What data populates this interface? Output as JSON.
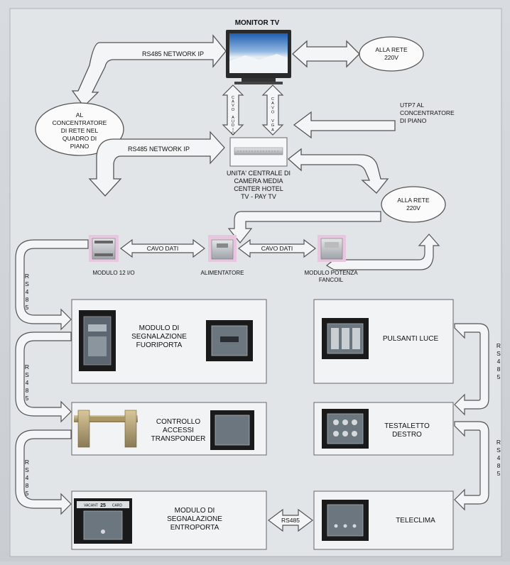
{
  "monitor": {
    "title": "MONITOR TV"
  },
  "network_top": {
    "label": "RS485 NETWORK IP"
  },
  "network_mid": {
    "label": "RS485 NETWORK IP"
  },
  "rete_top": {
    "lines": [
      "ALLA RETE",
      "220V"
    ]
  },
  "concentratore_left": {
    "lines": [
      "AL",
      "CONCENTRATORE",
      "DI RETE NEL",
      "QUADRO DI",
      "PIANO"
    ]
  },
  "utp7": {
    "lines": [
      "UTP7 AL",
      "CONCENTRATORE",
      "DI PIANO"
    ]
  },
  "cavo_audio": {
    "letters": [
      "C",
      "A",
      "V",
      "O",
      "",
      "A",
      "U",
      "D",
      "I",
      "O"
    ]
  },
  "cavo_vga": {
    "letters": [
      "C",
      "A",
      "V",
      "O",
      "",
      "V",
      "G",
      "A"
    ]
  },
  "central_unit": {
    "lines": [
      "UNITA' CENTRALE DI",
      "CAMERA MEDIA",
      "CENTER HOTEL",
      "TV - PAY TV"
    ]
  },
  "rete_mid": {
    "lines": [
      "ALLA RETE",
      "220V"
    ]
  },
  "modules": {
    "io": {
      "label": "MODULO 12 I/O"
    },
    "alimentatore": {
      "label": "ALIMENTATORE"
    },
    "fancoil": {
      "lines": [
        "MODULO POTENZA",
        "FANCOIL"
      ]
    }
  },
  "cavo_dati_1": {
    "label": "CAVO DATI"
  },
  "cavo_dati_2": {
    "label": "CAVO DATI"
  },
  "rs485_vertical": {
    "letters": [
      "R",
      "S",
      "4",
      "8",
      "5"
    ]
  },
  "boxes": {
    "fuoriporta": {
      "lines": [
        "MODULO DI",
        "SEGNALAZIONE",
        "FUORIPORTA"
      ]
    },
    "pulsanti": {
      "label": "PULSANTI LUCE"
    },
    "accessi": {
      "lines": [
        "CONTROLLO",
        "ACCESSI",
        "TRANSPONDER"
      ]
    },
    "testaletto": {
      "lines": [
        "TESTALETTO",
        "DESTRO"
      ]
    },
    "entroporta": {
      "lines": [
        "MODULO DI",
        "SEGNALAZIONE",
        "ENTROPORTA"
      ]
    },
    "teleclima": {
      "label": "TELECLIMA"
    }
  },
  "rs485_bottom": {
    "label": "RS485"
  },
  "panel_display": {
    "left": "VACANT",
    "num": "25",
    "right": "CARD"
  }
}
